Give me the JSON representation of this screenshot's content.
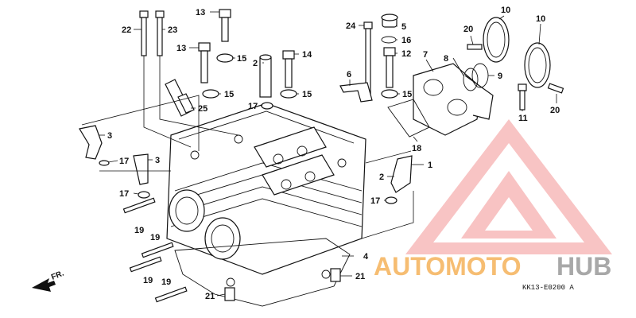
{
  "diagram": {
    "callouts": [
      {
        "id": "c22",
        "label": "22"
      },
      {
        "id": "c23",
        "label": "23"
      },
      {
        "id": "c13a",
        "label": "13"
      },
      {
        "id": "c13b",
        "label": "13"
      },
      {
        "id": "c15a",
        "label": "15"
      },
      {
        "id": "c2a",
        "label": "2"
      },
      {
        "id": "c14",
        "label": "14"
      },
      {
        "id": "c15b",
        "label": "15"
      },
      {
        "id": "c15c",
        "label": "15"
      },
      {
        "id": "c17a",
        "label": "17"
      },
      {
        "id": "c25",
        "label": "25"
      },
      {
        "id": "c24",
        "label": "24"
      },
      {
        "id": "c5",
        "label": "5"
      },
      {
        "id": "c16",
        "label": "16"
      },
      {
        "id": "c12",
        "label": "12"
      },
      {
        "id": "c6",
        "label": "6"
      },
      {
        "id": "c15d",
        "label": "15"
      },
      {
        "id": "c7",
        "label": "7"
      },
      {
        "id": "c20a",
        "label": "20"
      },
      {
        "id": "c10a",
        "label": "10"
      },
      {
        "id": "c10b",
        "label": "10"
      },
      {
        "id": "c8",
        "label": "8"
      },
      {
        "id": "c9",
        "label": "9"
      },
      {
        "id": "c20b",
        "label": "20"
      },
      {
        "id": "c11",
        "label": "11"
      },
      {
        "id": "c18",
        "label": "18"
      },
      {
        "id": "c3a",
        "label": "3"
      },
      {
        "id": "c17b",
        "label": "17"
      },
      {
        "id": "c3b",
        "label": "3"
      },
      {
        "id": "c17c",
        "label": "17"
      },
      {
        "id": "c1",
        "label": "1"
      },
      {
        "id": "c2b",
        "label": "2"
      },
      {
        "id": "c17d",
        "label": "17"
      },
      {
        "id": "c19a",
        "label": "19"
      },
      {
        "id": "c19b",
        "label": "19"
      },
      {
        "id": "c19c",
        "label": "19"
      },
      {
        "id": "c19d",
        "label": "19"
      },
      {
        "id": "c4",
        "label": "4"
      },
      {
        "id": "c21a",
        "label": "21"
      },
      {
        "id": "c21b",
        "label": "21"
      }
    ],
    "front_marker": "FR.",
    "diagram_code": "KK13-E0200 A"
  },
  "watermark": {
    "part1": "AUTOMOTO",
    "part2": "HUB",
    "colors": {
      "triangle": "#f28b8b",
      "text_orange": "#f5b25a",
      "text_grey": "#9a9a9a"
    }
  }
}
